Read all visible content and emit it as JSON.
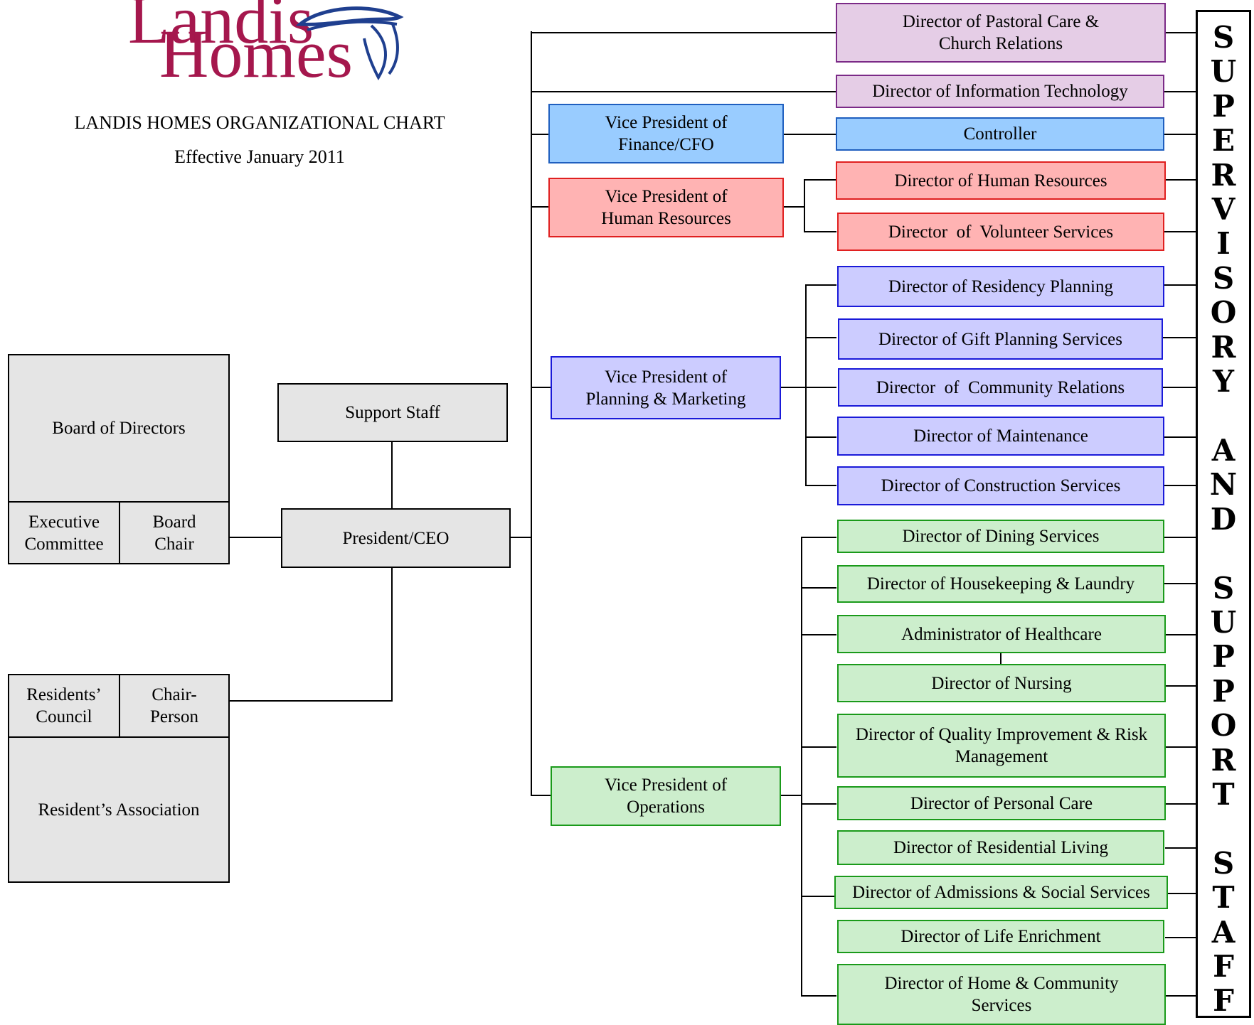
{
  "logo": {
    "line1": "Landis",
    "line2": "Homes",
    "name": "landis-homes-logo"
  },
  "header": {
    "title": "LANDIS HOMES ORGANIZATIONAL CHART",
    "subtitle": "Effective January 2011"
  },
  "governance": {
    "board_of_directors": "Board of Directors",
    "executive_committee": "Executive Committee",
    "board_chair": "Board Chair",
    "residents_council": "Residents’ Council",
    "chair_person": "Chair- Person",
    "residents_association": "Resident’s Association"
  },
  "executive": {
    "support_staff": "Support Staff",
    "president": "President/CEO"
  },
  "vps": {
    "finance": "Vice President of Finance/CFO",
    "hr": "Vice President of Human Resources",
    "planning": "Vice President of Planning & Marketing",
    "operations": "Vice President of Operations"
  },
  "directors": {
    "pastoral": "Director of Pastoral Care & Church Relations",
    "it": "Director of Information Technology",
    "controller": "Controller",
    "human_resources": "Director of Human Resources",
    "volunteer": "Director  of  Volunteer Services",
    "residency": "Director of Residency Planning",
    "gift": "Director of Gift Planning Services",
    "community_relations": "Director  of  Community Relations",
    "maintenance": "Director of Maintenance",
    "construction": "Director of Construction Services",
    "dining": "Director of Dining Services",
    "housekeeping": "Director of Housekeeping & Laundry",
    "healthcare": "Administrator of Healthcare",
    "nursing": "Director of Nursing",
    "quality": "Director of Quality Improvement & Risk Management",
    "personal_care": "Director of Personal Care",
    "residential": "Director of Residential Living",
    "admissions": "Director of Admissions & Social Services",
    "life_enrichment": "Director of Life Enrichment",
    "home_community": "Director of Home & Community Services"
  },
  "sidebar": {
    "label": "SUPERVISORY AND SUPPORT STAFF"
  },
  "colors": {
    "logo": "#a5174d",
    "gray": "#e5e5e5",
    "purple": "#e5cde6",
    "blue": "#99ccff",
    "red": "#ffb3b3",
    "violet": "#ccccff",
    "green": "#cceecc"
  }
}
